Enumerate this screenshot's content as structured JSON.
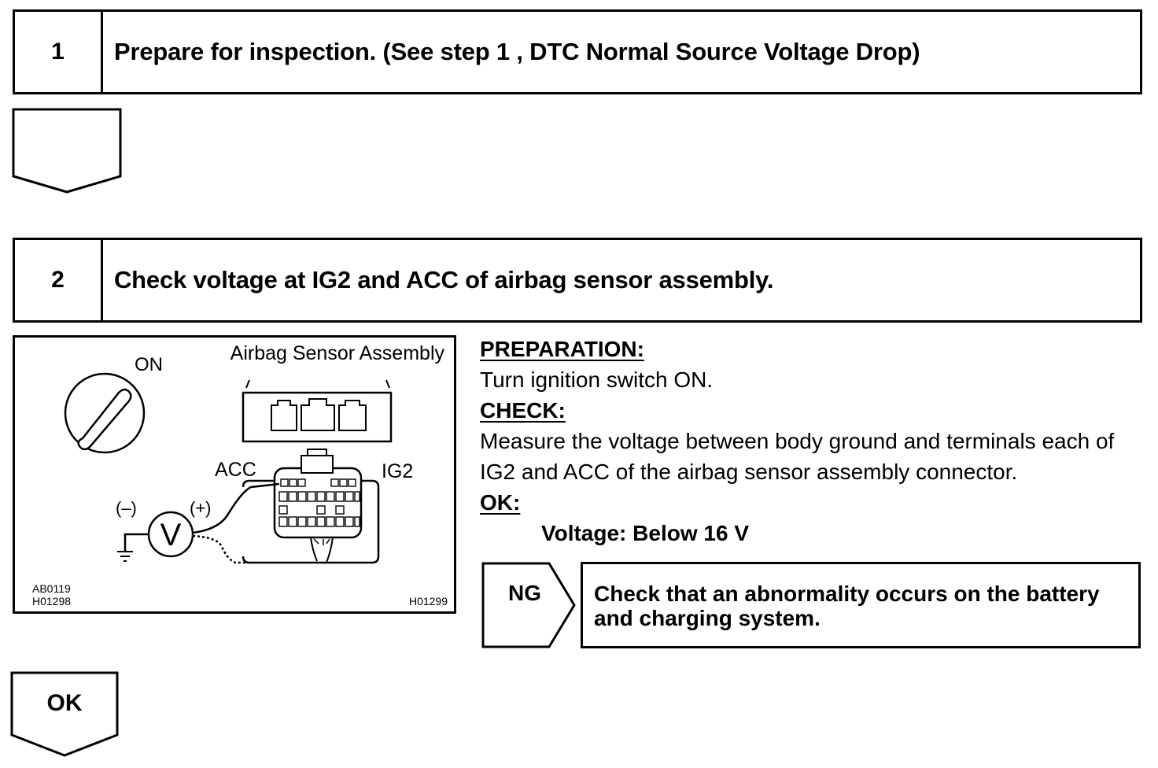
{
  "step1": {
    "number": "1",
    "title": "Prepare for inspection. (See step 1 , DTC Normal Source Voltage Drop)"
  },
  "step2": {
    "number": "2",
    "title": "Check voltage at IG2 and ACC of airbag sensor assembly."
  },
  "diagram": {
    "title": "Airbag Sensor Assembly",
    "on_label": "ON",
    "acc_label": "ACC",
    "ig2_label": "IG2",
    "minus_label": "(–)",
    "plus_label": "(+)",
    "voltmeter_symbol": "V",
    "code_left_1": "AB0119",
    "code_left_2": "H01298",
    "code_right": "H01299"
  },
  "instructions": {
    "preparation_heading": "PREPARATION:",
    "preparation_text": "Turn ignition switch ON.",
    "check_heading": "CHECK:",
    "check_text": "Measure the voltage between body ground and terminals each of IG2 and ACC of the airbag sensor assembly connector.",
    "ok_heading": "OK:",
    "ok_value": "Voltage: Below 16 V"
  },
  "ng_branch": {
    "label": "NG",
    "text": "Check that an abnormality occurs on the battery and charging system."
  },
  "ok_branch": {
    "label": "OK"
  }
}
